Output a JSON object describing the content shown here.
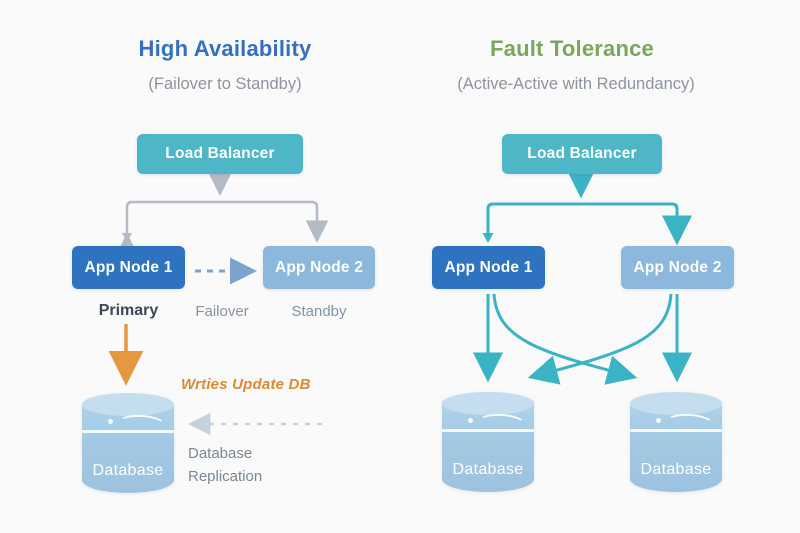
{
  "diagram": {
    "type": "architecture-comparison",
    "left_panel": {
      "title": "High Availability",
      "subtitle": "(Failover to Standby)",
      "title_color": "#3470c2",
      "load_balancer_label": "Load Balancer",
      "app_node_1_label": "App Node 1",
      "app_node_2_label": "App Node 2",
      "primary_label": "Primary",
      "failover_label": "Failover",
      "standby_label": "Standby",
      "writes_label": "Wrties Update DB",
      "replication_label": "Database\nReplication",
      "database_label": "Database"
    },
    "right_panel": {
      "title": "Fault Tolerance",
      "subtitle": "(Active-Active with Redundancy)",
      "title_color": "#7aa75c",
      "load_balancer_label": "Load Balancer",
      "app_node_1_label": "App Node 1",
      "app_node_2_label": "App Node 2",
      "database_1_label": "Database",
      "database_2_label": "Database"
    },
    "colors": {
      "background": "#fafafa",
      "load_balancer_teal": "#4db7c7",
      "app_node_primary_blue": "#2e73c0",
      "app_node_secondary_blue": "#8cb8de",
      "database_blue": "#9cc2e0",
      "gray_connector": "#b3bbc6",
      "teal_connector": "#3ab4c4",
      "failover_dash_blue": "#7ba3cf",
      "replication_dash_gray": "#c7d1dc",
      "writes_orange": "#e5983f"
    },
    "icons": [
      "database-cylinder-icon",
      "arrow-down-icon",
      "dashed-arrow-icon"
    ]
  }
}
